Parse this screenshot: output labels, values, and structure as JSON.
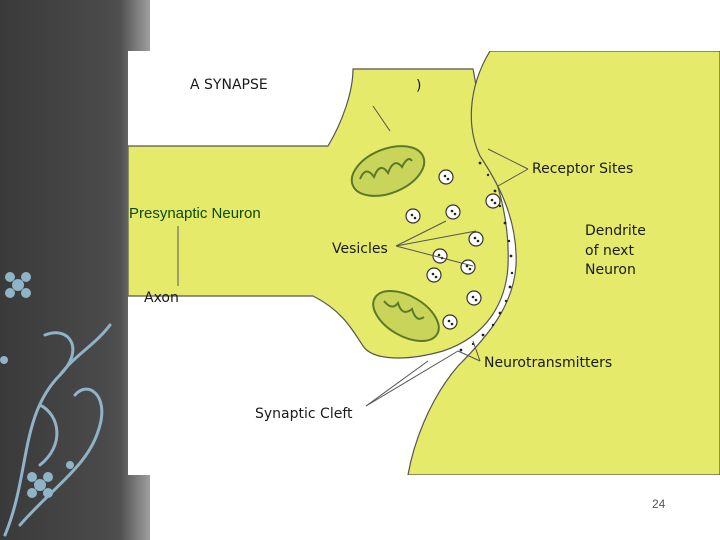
{
  "diagram": {
    "title": "A SYNAPSE",
    "stray_mark": ")",
    "labels": {
      "receptor_sites": "Receptor Sites",
      "presynaptic_neuron": "Presynaptic Neuron",
      "dendrite_line1": "Dendrite",
      "dendrite_line2": "of next",
      "dendrite_line3": "Neuron",
      "vesicles": "Vesicles",
      "axon": "Axon",
      "neurotransmitters": "Neurotransmitters",
      "synaptic_cleft": "Synaptic Cleft"
    },
    "colors": {
      "neuron_fill": "#e6ea6a",
      "outline": "#555555",
      "presynaptic_label": "#0a4a0a",
      "side_panel": "#444444",
      "ornament": "#8fb4c8"
    }
  },
  "slide": {
    "page_number": "24"
  }
}
